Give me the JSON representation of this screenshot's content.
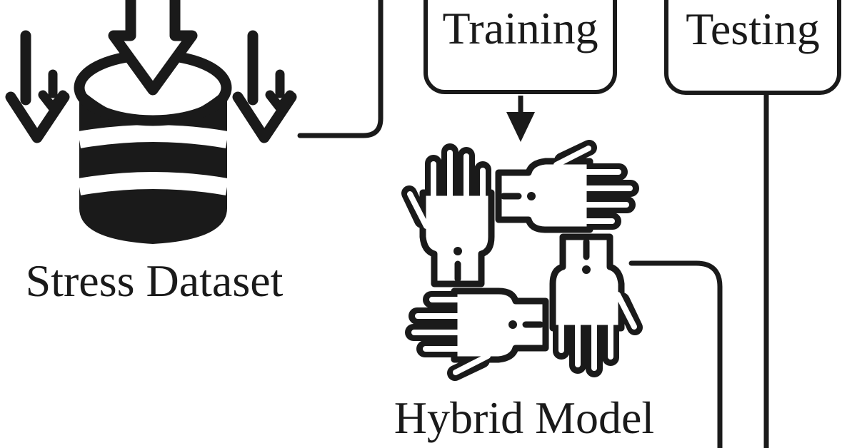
{
  "diagram": {
    "type": "flowchart",
    "colors": {
      "ink": "#1a1a1a",
      "background": "#ffffff"
    },
    "nodes": {
      "stress_dataset": {
        "label": "Stress Dataset",
        "icon": "database-with-inflow-arrows"
      },
      "training": {
        "label": "Training",
        "shape": "rounded-box"
      },
      "testing": {
        "label": "Testing",
        "shape": "rounded-box"
      },
      "hybrid_model": {
        "label": "Hybrid Model",
        "icon": "four-hands-unity"
      }
    },
    "edges": [
      {
        "from": "top-offscreen",
        "to": "stress-dataset",
        "style": "elbow-line"
      },
      {
        "from": "training",
        "to": "hybrid-model",
        "style": "arrow"
      },
      {
        "from": "hybrid-model",
        "to": "bottom-offscreen",
        "style": "elbow-line"
      },
      {
        "from": "testing",
        "to": "bottom-offscreen",
        "style": "line"
      }
    ]
  }
}
